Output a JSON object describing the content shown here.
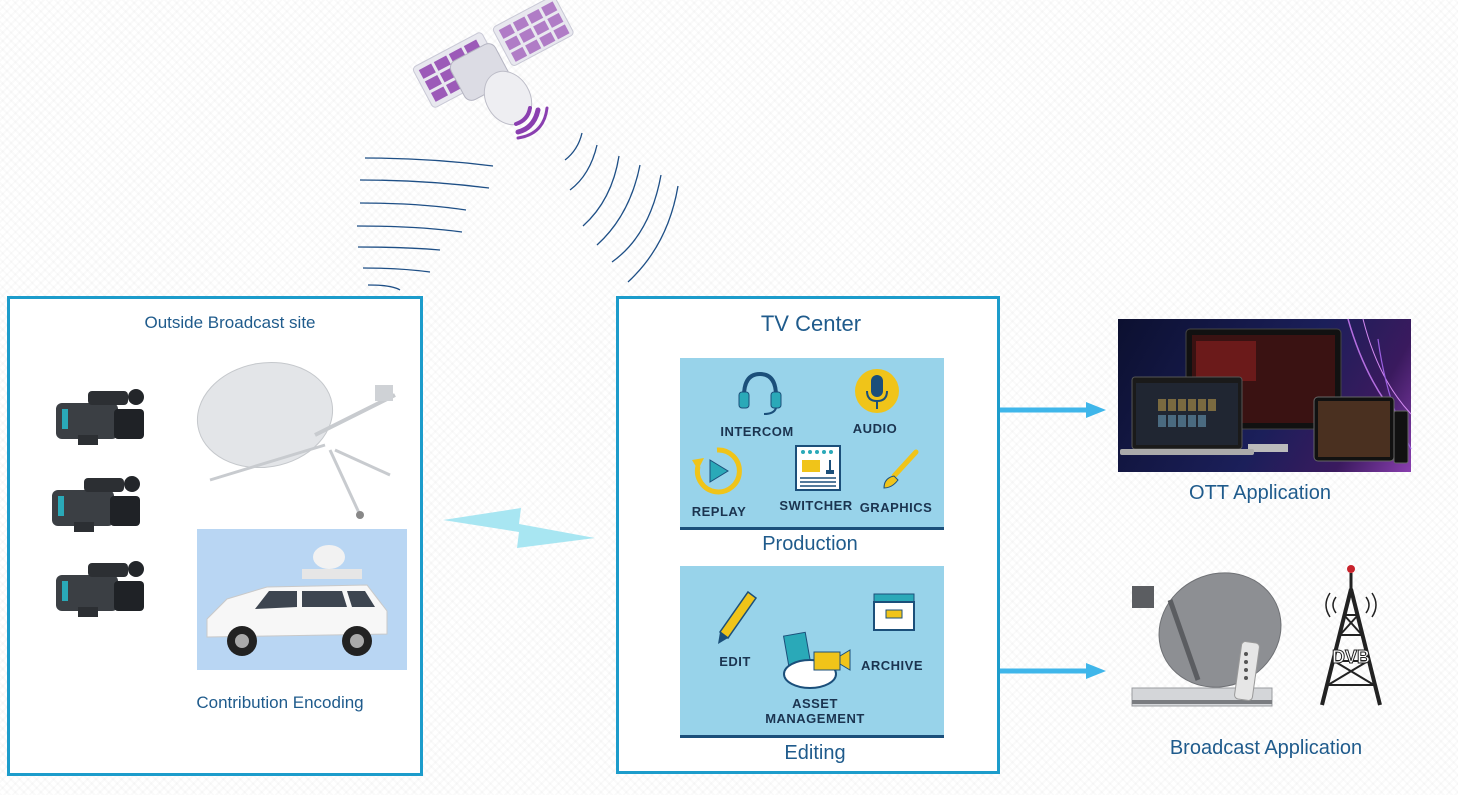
{
  "outside": {
    "title": "Outside Broadcast site",
    "caption": "Contribution Encoding"
  },
  "tv_center": {
    "title": "TV Center",
    "production": {
      "label": "Production",
      "items": [
        "INTERCOM",
        "AUDIO",
        "REPLAY",
        "SWITCHER",
        "GRAPHICS"
      ]
    },
    "editing": {
      "label": "Editing",
      "items": [
        "EDIT",
        "ARCHIVE",
        "ASSET",
        "MANAGEMENT"
      ]
    }
  },
  "outputs": {
    "ott": "OTT Application",
    "broadcast": "Broadcast Application",
    "dvb_tower_text": "DVB"
  },
  "colors": {
    "box_border": "#1c9ccb",
    "title_text": "#1f5b8c",
    "panel_bg": "#98d3ea",
    "arrow": "#3fb6ea",
    "signal_lines": "#1e4f86",
    "satellite_panel": "#9c5ab8"
  }
}
